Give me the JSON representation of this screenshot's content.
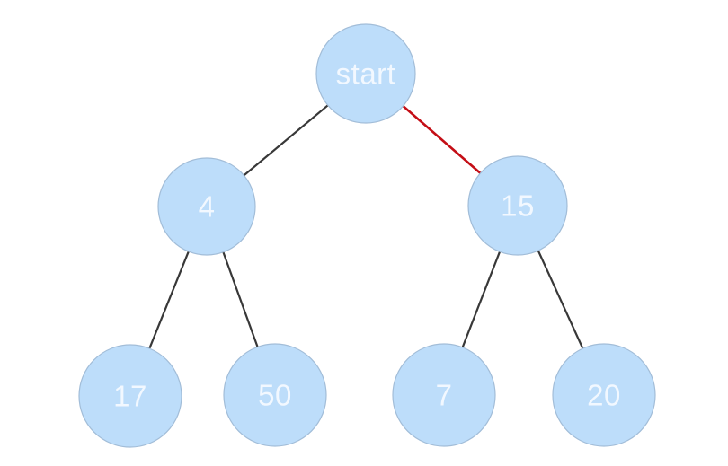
{
  "tree": {
    "style": {
      "background": "#ffffff",
      "node_fill": "#bdddfa",
      "node_border": "#a2bdd8",
      "node_text_color": "#f2f8ff",
      "edge_color": "#383838",
      "highlight_edge_color": "#c40e16"
    },
    "nodes": [
      {
        "id": "start",
        "label": "start"
      },
      {
        "id": "4",
        "label": "4"
      },
      {
        "id": "15",
        "label": "15"
      },
      {
        "id": "17",
        "label": "17"
      },
      {
        "id": "50",
        "label": "50"
      },
      {
        "id": "7",
        "label": "7"
      },
      {
        "id": "20",
        "label": "20"
      }
    ],
    "edges": [
      {
        "from": "start",
        "to": "4",
        "highlighted": false
      },
      {
        "from": "start",
        "to": "15",
        "highlighted": true
      },
      {
        "from": "4",
        "to": "17",
        "highlighted": false
      },
      {
        "from": "4",
        "to": "50",
        "highlighted": false
      },
      {
        "from": "15",
        "to": "7",
        "highlighted": false
      },
      {
        "from": "15",
        "to": "20",
        "highlighted": false
      }
    ]
  }
}
